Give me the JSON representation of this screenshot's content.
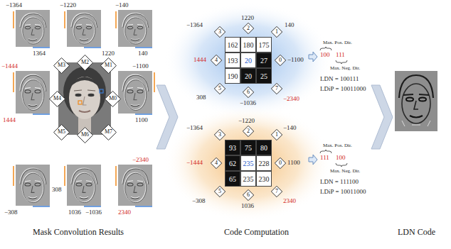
{
  "diagram": {
    "nodes": [
      {
        "text": [
          "M3"
        ]
      },
      {
        "text": [
          "M2"
        ]
      },
      {
        "text": [
          "M1"
        ]
      },
      {
        "text": [
          "M4"
        ]
      },
      {
        "text": [
          "M0"
        ]
      },
      {
        "text": [
          "M5"
        ]
      },
      {
        "text": [
          "M6"
        ]
      },
      {
        "text": [
          "M7"
        ]
      },
      {
        "text": [
          "3"
        ]
      },
      {
        "text": [
          "2"
        ]
      },
      {
        "text": [
          "1"
        ]
      },
      {
        "text": [
          "4"
        ]
      },
      {
        "text": [
          "0"
        ]
      },
      {
        "text": [
          "5"
        ]
      },
      {
        "text": [
          "6"
        ]
      },
      {
        "text": [
          "7"
        ]
      },
      {
        "text": [
          "3"
        ]
      },
      {
        "text": [
          "2"
        ]
      },
      {
        "text": [
          "1"
        ]
      },
      {
        "text": [
          "4"
        ]
      },
      {
        "text": [
          "0"
        ]
      },
      {
        "text": [
          "5"
        ]
      },
      {
        "text": [
          "6"
        ]
      },
      {
        "text": [
          "7"
        ]
      }
    ],
    "labels": [
      "Mask Convolution Results",
      "Code Computation",
      "LDN Code",
      "−1364",
      "1364",
      "−1220",
      "1220",
      "−140",
      "140",
      "−1444",
      "1444",
      "−1100",
      "1100",
      "−308",
      "308",
      "1036",
      "−1036",
      "−2340",
      "2340",
      "−1364",
      "1220",
      "140",
      "1444",
      "−1100",
      "308",
      "−1036",
      "−2340",
      "162",
      "180",
      "175",
      "193",
      "20",
      "27",
      "190",
      "20",
      "25",
      "Max. Pos. Dir.",
      "100",
      "111",
      "Max. Neg. Dir.",
      "LDN = 100111",
      "LDiP = 10011000",
      "−1364",
      "−1220",
      "−140",
      "−1444",
      "1100",
      "−308",
      "1036",
      "2340",
      "93",
      "75",
      "80",
      "62",
      "235",
      "228",
      "65",
      "235",
      "230",
      "Max. Pos. Dir.",
      "111",
      "100",
      "Max. Neg. Dir.",
      "LDN = 111100",
      "LDiP = 10011000"
    ]
  }
}
